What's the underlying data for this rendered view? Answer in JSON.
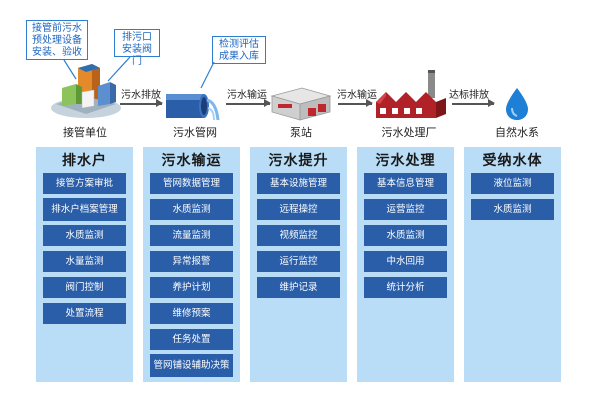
{
  "callouts": {
    "pretreat": "接管前污水预处理设备安装、验收",
    "outlet": "排污口安装阀门",
    "eval": "检测评估成果入库"
  },
  "stages": {
    "s1": "接管单位",
    "s2": "污水管网",
    "s3": "泵站",
    "s4": "污水处理厂",
    "s5": "自然水系"
  },
  "arrows": {
    "a1": "污水排放",
    "a2": "污水输运",
    "a3": "污水输运",
    "a4": "达标排放"
  },
  "columns": {
    "c1": {
      "title": "排水户",
      "items": [
        "接管方案审批",
        "排水户档案管理",
        "水质监测",
        "水量监测",
        "阀门控制",
        "处置流程"
      ]
    },
    "c2": {
      "title": "污水输运",
      "items": [
        "管网数据管理",
        "水质监测",
        "流量监测",
        "异常报警",
        "养护计划",
        "维修预案",
        "任务处置",
        "管网铺设辅助决策"
      ]
    },
    "c3": {
      "title": "污水提升",
      "items": [
        "基本设施管理",
        "远程操控",
        "视频监控",
        "运行监控",
        "维护记录"
      ]
    },
    "c4": {
      "title": "污水处理",
      "items": [
        "基本信息管理",
        "运营监控",
        "水质监测",
        "中水回用",
        "统计分析"
      ]
    },
    "c5": {
      "title": "受纳水体",
      "items": [
        "液位监测",
        "水质监测"
      ]
    }
  },
  "colors": {
    "column_bg": "#b9ddf7",
    "item_bg": "#2a5ea8",
    "callout_border": "#2f7fd1",
    "water_drop": "#1e7fd6"
  }
}
